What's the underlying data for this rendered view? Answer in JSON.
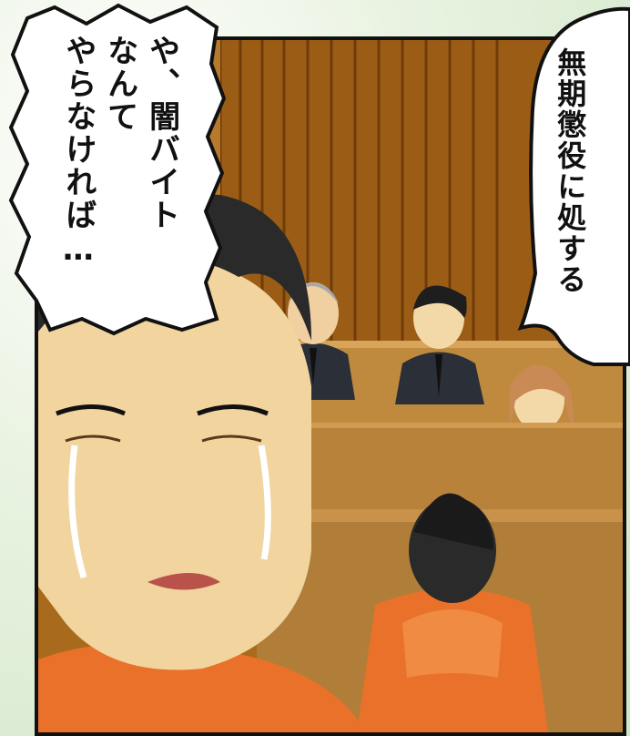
{
  "speech_left": {
    "lines": [
      "や、闇バイト",
      "なんて",
      "やらなければ…"
    ]
  },
  "speech_right": {
    "text": "無期懲役に処する"
  },
  "colors": {
    "wood_dark": "#8a4e10",
    "wood_light": "#c78a3a",
    "bench": "#a8782e",
    "hoodie_orange": "#e9712a",
    "skin": "#f4d9a8",
    "hair": "#2a2a2a",
    "suit": "#2b2f38"
  }
}
